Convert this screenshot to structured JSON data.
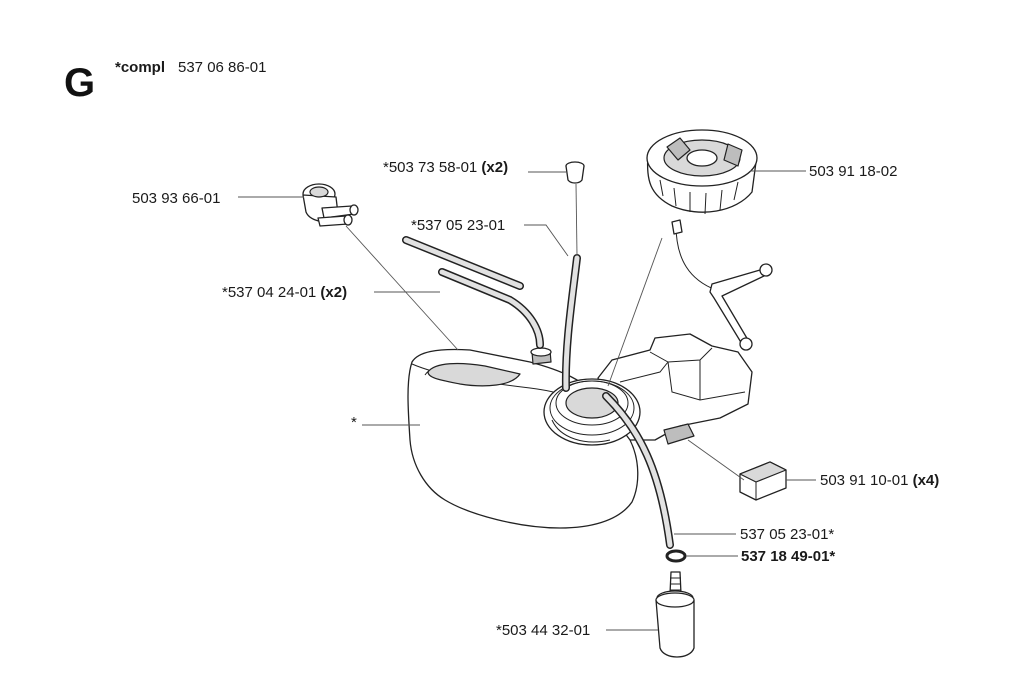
{
  "section": {
    "letter": "G",
    "compl_prefix": "*compl",
    "compl_number": "537 06 86-01"
  },
  "labels": {
    "primer_bulb": "503 93 66-01",
    "vent_valve": "*503 73 58-01",
    "vent_valve_qty": "(x2)",
    "vent_hose": "*537 05 23-01",
    "fuel_hoses": "*537 04 24-01",
    "fuel_hoses_qty": "(x2)",
    "fuel_cap": "503 91 18-02",
    "tank": "*",
    "rubber_mount": "503 91 10-01",
    "rubber_mount_qty": "(x4)",
    "fuel_hose_lower": "537 05 23-01*",
    "o_ring": "537 18 49-01*",
    "fuel_filter": "*503 44 32-01"
  }
}
